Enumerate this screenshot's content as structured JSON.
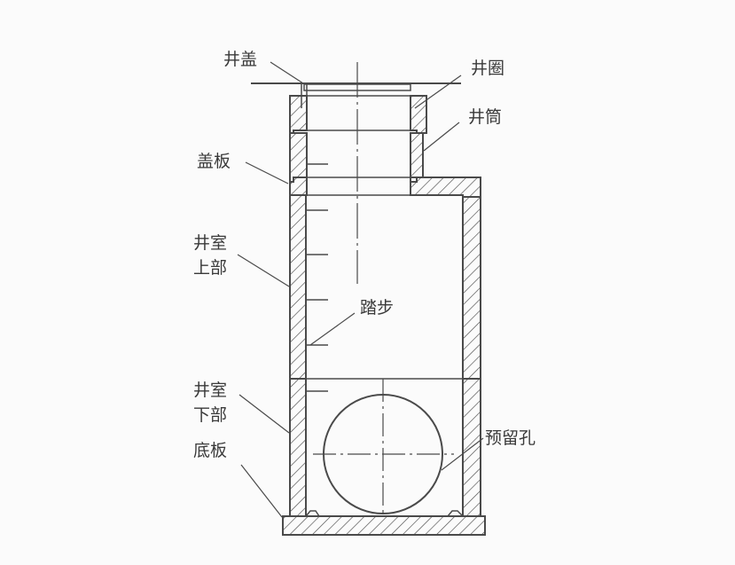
{
  "diagram": {
    "type": "manhole-cross-section",
    "labels": {
      "well_cover": "井盖",
      "well_ring": "井圈",
      "well_shaft": "井筒",
      "cover_slab": "盖板",
      "chamber_upper_1": "井室",
      "chamber_upper_2": "上部",
      "step": "踏步",
      "chamber_lower_1": "井室",
      "chamber_lower_2": "下部",
      "base_slab": "底板",
      "reserved_hole": "预留孔"
    },
    "colors": {
      "line": "#4a4a4a",
      "background": "#fbfbfb",
      "text": "#3a3a3a"
    }
  }
}
